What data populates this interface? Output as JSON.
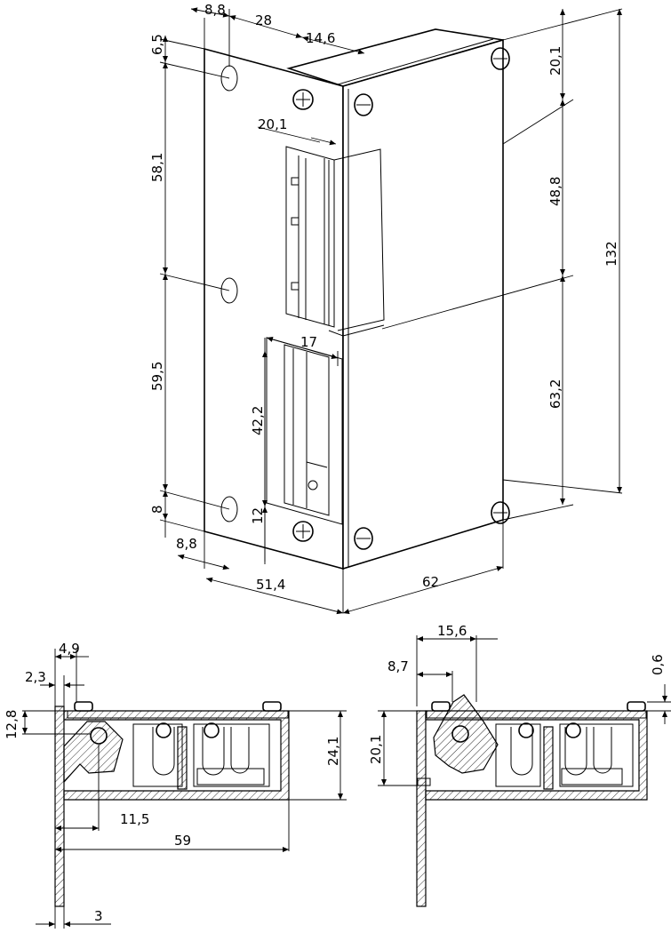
{
  "top_view": {
    "dims": {
      "d_8_8_top": "8,8",
      "d_28": "28",
      "d_14_6": "14,6",
      "d_6_5": "6,5",
      "d_58_1": "58,1",
      "d_20_1_slot": "20,1",
      "d_59_5": "59,5",
      "d_17": "17",
      "d_42_2": "42,2",
      "d_12": "12",
      "d_8": "8",
      "d_8_8_bottom": "8,8",
      "d_51_4": "51,4",
      "d_62": "62",
      "d_20_1_right": "20,1",
      "d_48_8": "48,8",
      "d_63_2": "63,2",
      "d_132": "132"
    }
  },
  "section_left": {
    "dims": {
      "d_4_9": "4,9",
      "d_2_3": "2,3",
      "d_12_8": "12,8",
      "d_24_1": "24,1",
      "d_11_5": "11,5",
      "d_59": "59",
      "d_3": "3"
    }
  },
  "section_right": {
    "dims": {
      "d_15_6": "15,6",
      "d_8_7": "8,7",
      "d_0_6": "0,6",
      "d_20_1": "20,1"
    }
  }
}
